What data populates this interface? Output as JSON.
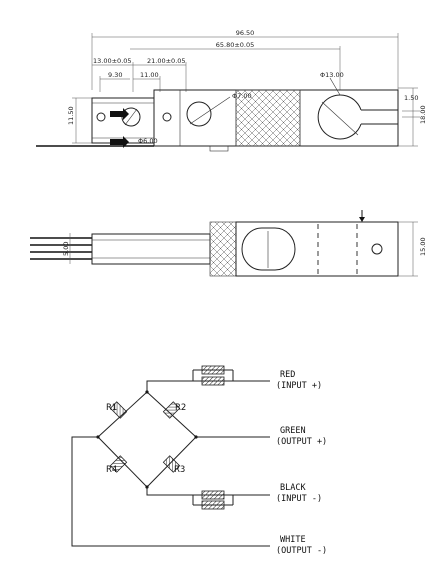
{
  "top_view": {
    "dim_overall": "96.50",
    "dim_center_span": "65.80±0.05",
    "dim_hole_offset": "13.00±0.05",
    "dim_hole_spacing": "21.00±0.05",
    "dim_9_30": "9.30",
    "dim_11_00": "11.00",
    "dim_dia_13": "Φ13.00",
    "dim_dia_7": "Φ7.00",
    "dim_dia_6": "Φ6.00",
    "dim_height_11_50": "11.50",
    "dim_slot_1_50": "1.50",
    "dim_height_18": "18.00"
  },
  "side_view": {
    "dim_cable_5": "5.00",
    "dim_height_15": "15.00"
  },
  "schematic": {
    "resistors": [
      "R1",
      "R2",
      "R3",
      "R4"
    ],
    "wires": [
      {
        "color": "RED",
        "role": "(INPUT +)"
      },
      {
        "color": "GREEN",
        "role": "(OUTPUT +)"
      },
      {
        "color": "BLACK",
        "role": "(INPUT -)"
      },
      {
        "color": "WHITE",
        "role": "(OUTPUT -)"
      }
    ]
  }
}
